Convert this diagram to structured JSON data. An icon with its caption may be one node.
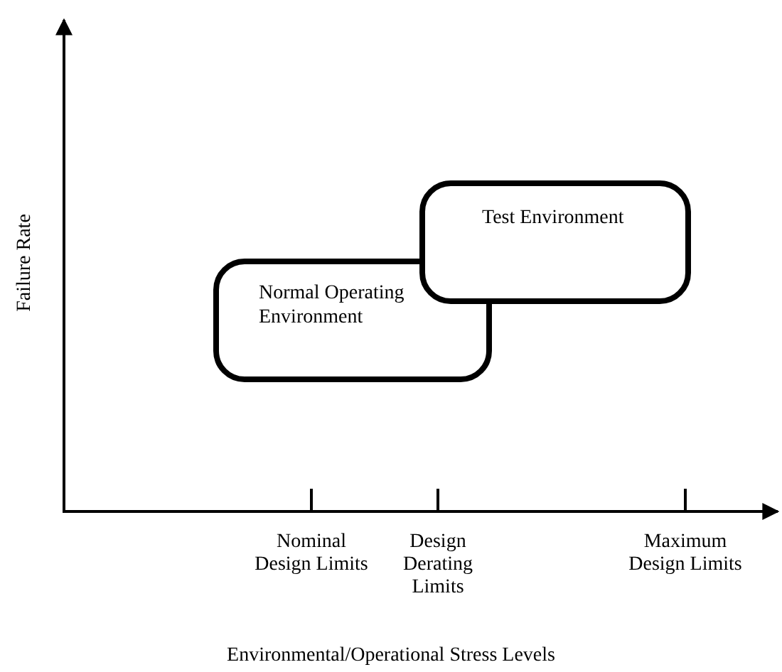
{
  "diagram": {
    "nodes": [
      {
        "text": [
          "Normal Operating Environment"
        ]
      },
      {
        "text": [
          "Test Environment"
        ]
      }
    ],
    "labels": [
      "Failure Rate",
      "Nominal Design Limits",
      "Design Derating Limits",
      "Maximum Design Limits",
      "Environmental/Operational Stress Levels"
    ]
  }
}
